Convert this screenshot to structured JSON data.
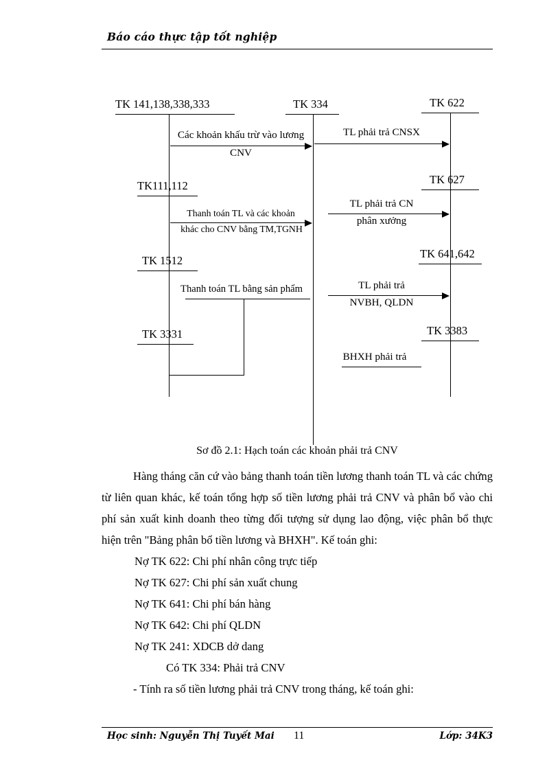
{
  "header": {
    "title": "Báo cáo thực tập tốt nghiệp"
  },
  "diagram": {
    "caption": "Sơ đồ 2.1: Hạch toán các khoản phải trả CNV",
    "left_accounts": [
      {
        "label": "TK 141,138,338,333"
      },
      {
        "label": "TK111,112"
      },
      {
        "label": "TK 1512"
      },
      {
        "label": "TK 3331"
      }
    ],
    "center_account": {
      "label": "TK 334"
    },
    "right_accounts": [
      {
        "label": "TK 622"
      },
      {
        "label": "TK 627"
      },
      {
        "label": "TK 641,642"
      },
      {
        "label": "TK 3383"
      }
    ],
    "left_flows": [
      {
        "line1": "Các khoản khấu trừ vào lương",
        "line2": "CNV"
      },
      {
        "line1": "Thanh toán TL và các khoản",
        "line2": "khác cho CNV bằng TM,TGNH"
      },
      {
        "line1": "Thanh toán TL bằng sản phẩm",
        "line2": ""
      }
    ],
    "right_flows": [
      {
        "line1": "TL phải trả CNSX",
        "line2": ""
      },
      {
        "line1": "TL phải trả CN",
        "line2": "phân xưởng"
      },
      {
        "line1": "TL phải trả",
        "line2": "NVBH, QLDN"
      },
      {
        "line1": "BHXH phải trả",
        "line2": ""
      }
    ]
  },
  "body": {
    "paragraph": "Hàng tháng căn cứ vào bảng thanh toán tiền lương thanh toán TL và các chứng từ liên quan khác, kế toán tổng hợp số tiền lương phải trả CNV và phân bổ vào chi phí sản xuất kinh doanh theo từng đối tượng sử dụng lao động, việc phân bổ thực hiện trên \"Bảng phân bổ tiền lương và BHXH\". Kế toán ghi:",
    "entries": [
      "Nợ TK 622: Chi phí nhân công trực tiếp",
      "Nợ TK 627: Chi phí sản xuất chung",
      "Nợ TK 641: Chi phí bán hàng",
      "Nợ TK 642: Chi phí QLDN",
      "Nợ TK 241: XDCB dở dang"
    ],
    "credit_entry": "Có TK 334: Phải trả CNV",
    "closing": "- Tính ra số tiền lương phải trả CNV trong tháng, kế toán ghi:"
  },
  "footer": {
    "student": "Học sinh: Nguyễn Thị Tuyết Mai",
    "page_number": "11",
    "class": "Lớp: 34K3"
  },
  "colors": {
    "ink": "#000000",
    "paper": "#ffffff"
  }
}
